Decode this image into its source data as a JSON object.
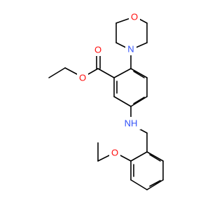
{
  "atoms": {
    "morpholine_o": {
      "symbol": "O",
      "color": "#ff0d0d"
    },
    "morpholine_n": {
      "symbol": "N",
      "color": "#3050f8"
    },
    "carbonyl_o": {
      "symbol": "O",
      "color": "#ff0d0d"
    },
    "ester_o": {
      "symbol": "O",
      "color": "#ff0d0d"
    },
    "amine_nh": {
      "symbol": "NH",
      "color": "#3050f8"
    },
    "ether_o": {
      "symbol": "O",
      "color": "#ff0d0d"
    }
  },
  "bond_color": "#000000"
}
